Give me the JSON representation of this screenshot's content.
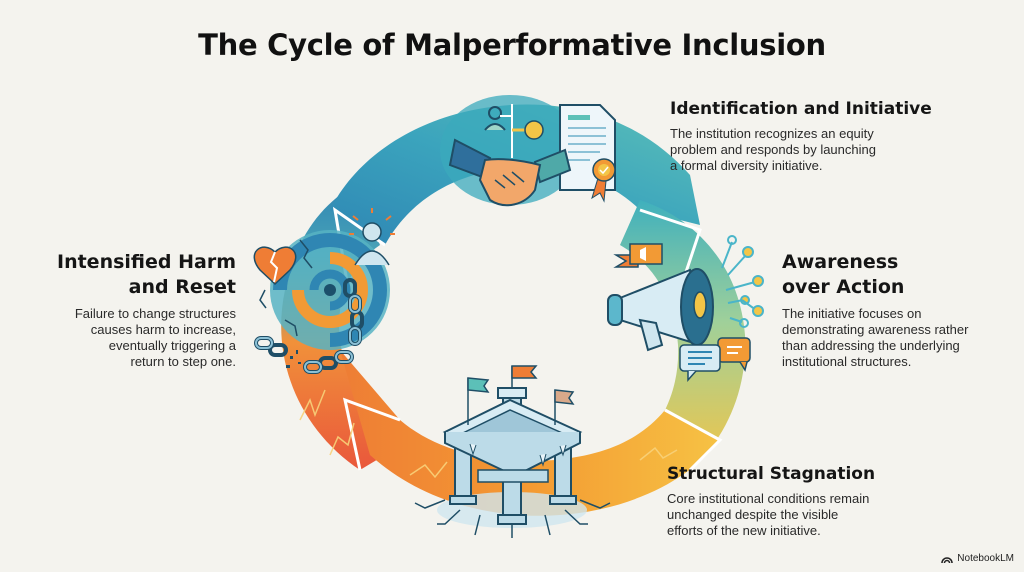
{
  "title": "The Cycle of Malperformative Inclusion",
  "steps": [
    {
      "heading": "Identification and Initiative",
      "body": [
        "The institution recognizes an equity",
        "problem and responds by launching",
        "a formal diversity initiative."
      ],
      "icon": "handshake-certificate-icon"
    },
    {
      "heading": [
        "Awareness",
        "over Action"
      ],
      "body": [
        "The initiative focuses on",
        "demonstrating awareness rather",
        "than addressing the underlying",
        "institutional structures."
      ],
      "icon": "megaphone-icon"
    },
    {
      "heading": "Structural Stagnation",
      "body": [
        "Core institutional conditions remain",
        "unchanged despite the visible",
        "efforts of the new initiative."
      ],
      "icon": "frozen-pillars-icon"
    },
    {
      "heading": [
        "Intensified Harm",
        "and Reset"
      ],
      "body": [
        "Failure to change structures",
        "causes harm to increase,",
        "eventually triggering a",
        "return to step one."
      ],
      "icon": "vortex-broken-chain-icon"
    }
  ],
  "colors": {
    "background": "#f4f3ee",
    "teal": "#3aa7b8",
    "blue": "#2f86b3",
    "green": "#8cc79a",
    "yellow": "#f3c547",
    "orange": "#f2902f",
    "red": "#e5553b",
    "outline": "#1f4e66"
  },
  "brand": "NotebookLM"
}
